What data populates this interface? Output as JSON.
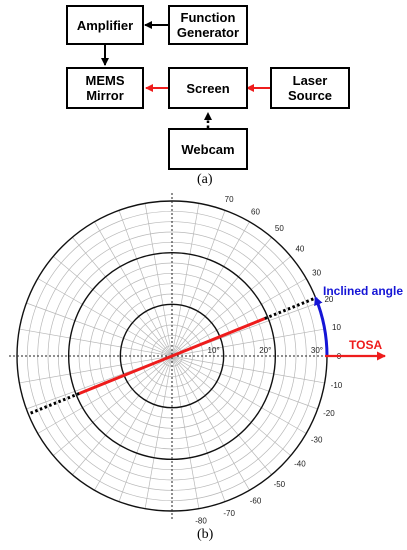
{
  "part_a": {
    "caption": "(a)",
    "blocks": {
      "amplifier": "Amplifier",
      "function_generator": "Function\nGenerator",
      "mems_mirror": "MEMS\nMirror",
      "screen": "Screen",
      "laser_source": "Laser\nSource",
      "webcam": "Webcam"
    }
  },
  "part_b": {
    "caption": "(b)",
    "angle_labels": [
      "70",
      "60",
      "50",
      "40",
      "30",
      "20",
      "10",
      "0",
      "-10",
      "-20",
      "-30",
      "-40",
      "-50",
      "-60",
      "-70",
      "-80"
    ],
    "radius_labels": [
      "10°",
      "20°",
      "30°"
    ],
    "inclined_angle_label": "Inclined angle",
    "tosa_label": "TOSA",
    "colors": {
      "red": "#ee1c1c",
      "blue": "#1515d6"
    }
  }
}
